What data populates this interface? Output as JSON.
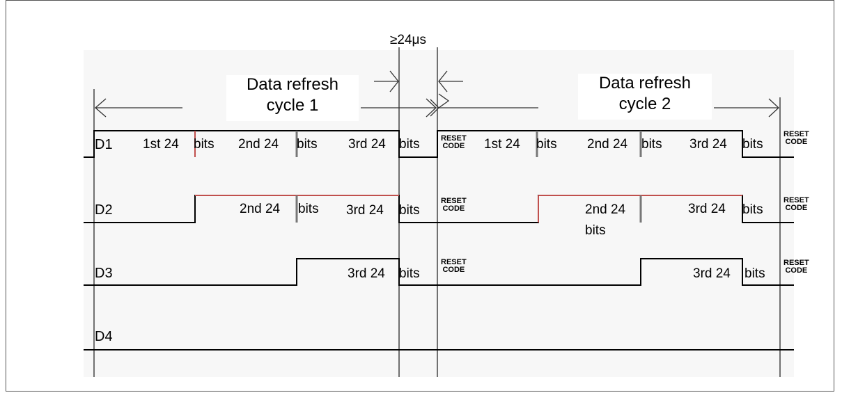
{
  "timing": {
    "gap_label": "≥24μs",
    "cycle1": {
      "line1": "Data refresh",
      "line2": "cycle 1"
    },
    "cycle2": {
      "line1": "Data refresh",
      "line2": "cycle 2"
    }
  },
  "signals": [
    {
      "name": "D1"
    },
    {
      "name": "D2"
    },
    {
      "name": "D3"
    },
    {
      "name": "D4"
    }
  ],
  "segments": {
    "first": "1st 24",
    "second": "2nd 24",
    "third": "3rd 24",
    "bits": "bits"
  },
  "reset": {
    "top": "RESET",
    "bottom": "CODE"
  },
  "colors": {
    "line": "#000000",
    "pulse_edge": "#c0504d",
    "grid": "#444444"
  }
}
